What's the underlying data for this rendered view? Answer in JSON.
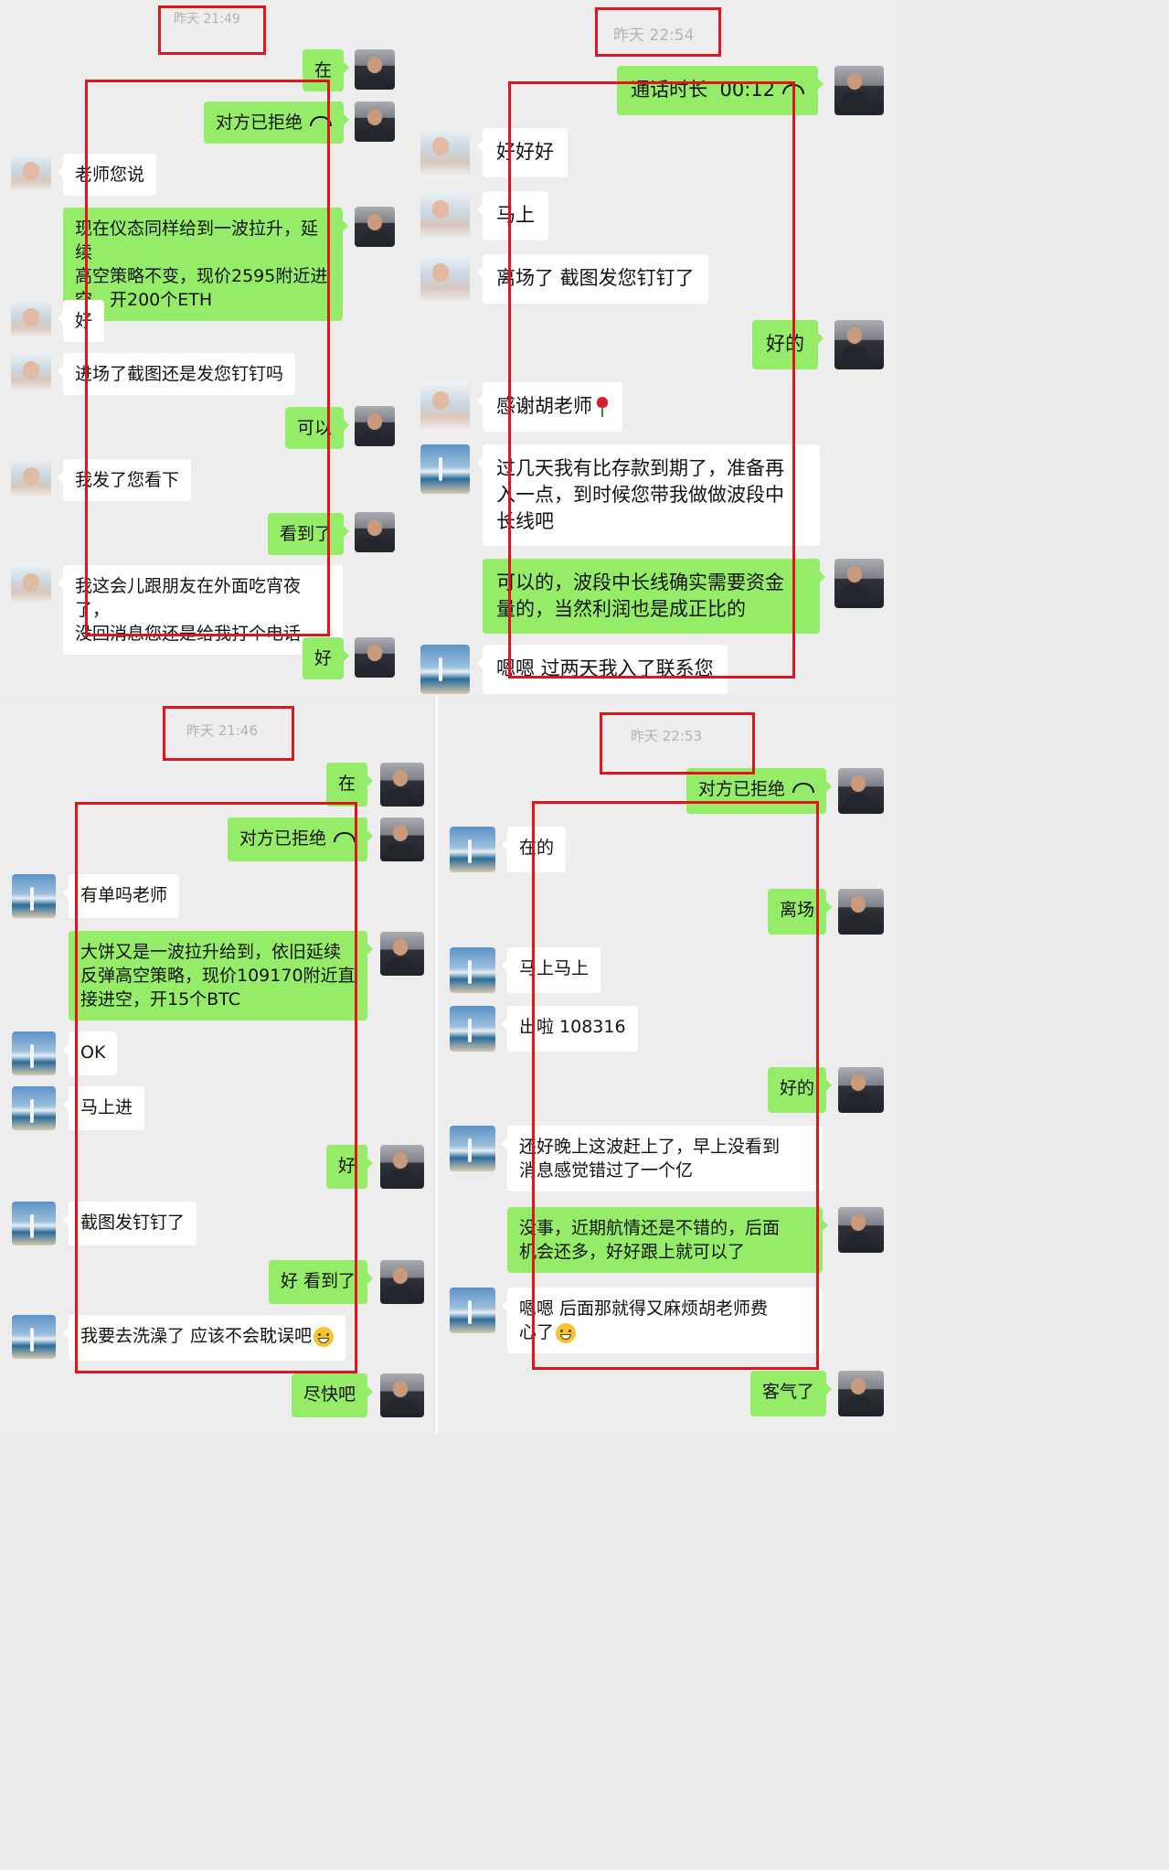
{
  "panels": {
    "top_left": {
      "timestamp": "昨天 21:49",
      "messages": [
        {
          "side": "out",
          "text": "在"
        },
        {
          "side": "out",
          "text": "对方已拒绝",
          "icon": "phone-icon"
        },
        {
          "side": "in",
          "text": "老师您说"
        },
        {
          "side": "out",
          "text": "现在仪态同样给到一波拉升，延续\n高空策略不变，现价2595附近进\n空，开200个ETH"
        },
        {
          "side": "in",
          "text": "好"
        },
        {
          "side": "in",
          "text": "进场了截图还是发您钉钉吗"
        },
        {
          "side": "out",
          "text": "可以"
        },
        {
          "side": "in",
          "text": "我发了您看下"
        },
        {
          "side": "out",
          "text": "看到了"
        },
        {
          "side": "in",
          "text": "我这会儿跟朋友在外面吃宵夜了，\n没回消息您还是给我打个电话"
        },
        {
          "side": "out",
          "text": "好"
        }
      ]
    },
    "top_right": {
      "timestamp": "昨天 22:54",
      "messages": [
        {
          "side": "out",
          "text": "通话时长  00:12",
          "icon": "phone-icon"
        },
        {
          "side": "in",
          "text": "好好好"
        },
        {
          "side": "in",
          "text": "马上"
        },
        {
          "side": "in",
          "text": "离场了 截图发您钉钉了"
        },
        {
          "side": "out",
          "text": "好的"
        },
        {
          "side": "in",
          "text": "感谢胡老师",
          "icon": "rose-icon"
        },
        {
          "side": "in",
          "text": "过几天我有比存款到期了，准备再\n入一点，到时候您带我做做波段中\n长线吧"
        },
        {
          "side": "out",
          "text": "可以的，波段中长线确实需要资金\n量的，当然利润也是成正比的"
        },
        {
          "side": "in",
          "text": "嗯嗯 过两天我入了联系您"
        }
      ]
    },
    "bottom_left": {
      "timestamp": "昨天 21:46",
      "messages": [
        {
          "side": "out",
          "text": "在"
        },
        {
          "side": "out",
          "text": "对方已拒绝",
          "icon": "phone-icon"
        },
        {
          "side": "in",
          "text": "有单吗老师"
        },
        {
          "side": "out",
          "text": "大饼又是一波拉升给到，依旧延续\n反弹高空策略，现价109170附近直\n接进空，开15个BTC"
        },
        {
          "side": "in",
          "text": "OK"
        },
        {
          "side": "in",
          "text": "马上进"
        },
        {
          "side": "out",
          "text": "好"
        },
        {
          "side": "in",
          "text": "截图发钉钉了"
        },
        {
          "side": "out",
          "text": "好 看到了"
        },
        {
          "side": "in",
          "text": "我要去洗澡了 应该不会耽误吧",
          "icon": "sweat-smile-emoji-icon"
        },
        {
          "side": "out",
          "text": "尽快吧"
        }
      ]
    },
    "bottom_right": {
      "timestamp": "昨天 22:53",
      "messages": [
        {
          "side": "out",
          "text": "对方已拒绝",
          "icon": "phone-icon"
        },
        {
          "side": "in",
          "text": "在的"
        },
        {
          "side": "out",
          "text": "离场"
        },
        {
          "side": "in",
          "text": "马上马上"
        },
        {
          "side": "in",
          "text": "出啦 108316"
        },
        {
          "side": "out",
          "text": "好的"
        },
        {
          "side": "in",
          "text": "还好晚上这波赶上了，早上没看到\n消息感觉错过了一个亿"
        },
        {
          "side": "out",
          "text": "没事，近期航情还是不错的，后面\n机会还多，好好跟上就可以了"
        },
        {
          "side": "in",
          "text": "嗯嗯 后面那就得又麻烦胡老师费\n心了",
          "icon": "grin-emoji-icon"
        },
        {
          "side": "out",
          "text": "客气了"
        }
      ]
    }
  },
  "colors": {
    "incoming_bubble": "#ffffff",
    "outgoing_bubble": "#95ec69",
    "highlight_box": "#e0141b",
    "background": "#ededed"
  }
}
